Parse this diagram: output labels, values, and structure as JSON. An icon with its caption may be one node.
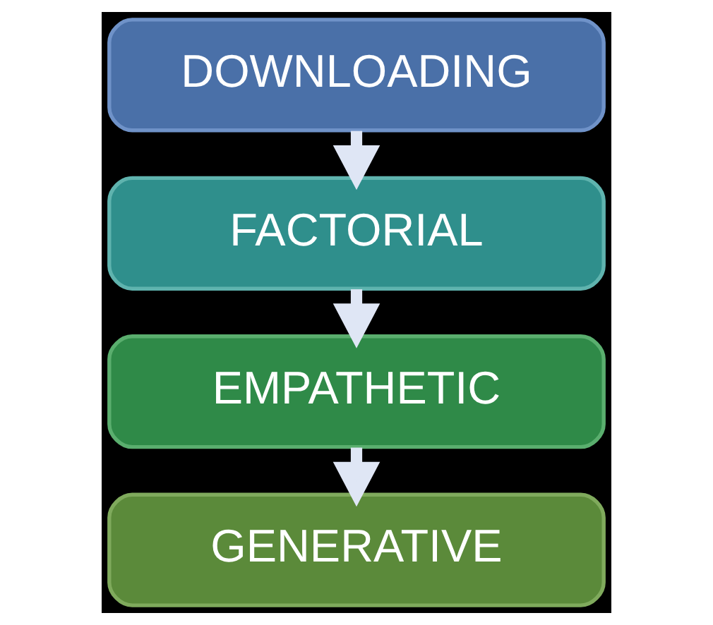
{
  "diagram": {
    "nodes": [
      {
        "text": [
          "DOWNLOADING"
        ]
      },
      {
        "text": [
          "FACTORIAL"
        ]
      },
      {
        "text": [
          "EMPATHETIC"
        ]
      },
      {
        "text": [
          "GENERATIVE"
        ]
      }
    ],
    "edges": [
      {
        "from": 0,
        "to": 1,
        "arrow": "to"
      },
      {
        "from": 1,
        "to": 2,
        "arrow": "to"
      },
      {
        "from": 2,
        "to": 3,
        "arrow": "to"
      }
    ]
  }
}
